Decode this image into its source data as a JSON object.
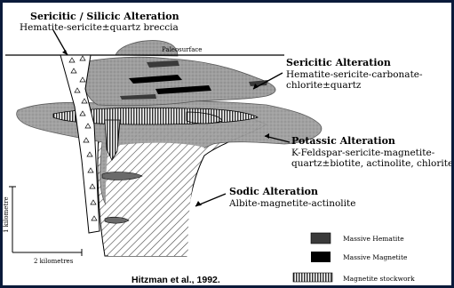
{
  "colors": {
    "frame": "#0a1a3a",
    "alteration_fill": "#9a9a9a",
    "massive_hematite_fill": "#3a3a3a",
    "massive_magnetite_fill": "#000000"
  },
  "labels": {
    "sericitic_silicic": {
      "title": "Sericitic / Silicic Alteration",
      "desc": "Hematite-sericite±quartz breccia"
    },
    "paleosurface": "Paleosurface",
    "sericitic": {
      "title": "Sericitic Alteration",
      "desc1": "Hematite-sericite-carbonate-",
      "desc2": "chlorite±quartz"
    },
    "potassic": {
      "title": "Potassic Alteration",
      "desc1": "K-Feldspar-sericite-magnetite-",
      "desc2": "quartz±biotite, actinolite, chlorite"
    },
    "sodic": {
      "title": "Sodic Alteration",
      "desc": "Albite-magnetite-actinolite"
    }
  },
  "scale": {
    "vertical": "1 kilometre",
    "horizontal": "2 kilometres"
  },
  "legend": [
    {
      "label": "Massive Hematite",
      "icon": "massive-hematite-swatch"
    },
    {
      "label": "Massive Magnetite",
      "icon": "massive-magnetite-swatch"
    },
    {
      "label": "Magnetite stockwork",
      "icon": "magnetite-stockwork-swatch"
    }
  ],
  "citation": "Hitzman et al., 1992."
}
